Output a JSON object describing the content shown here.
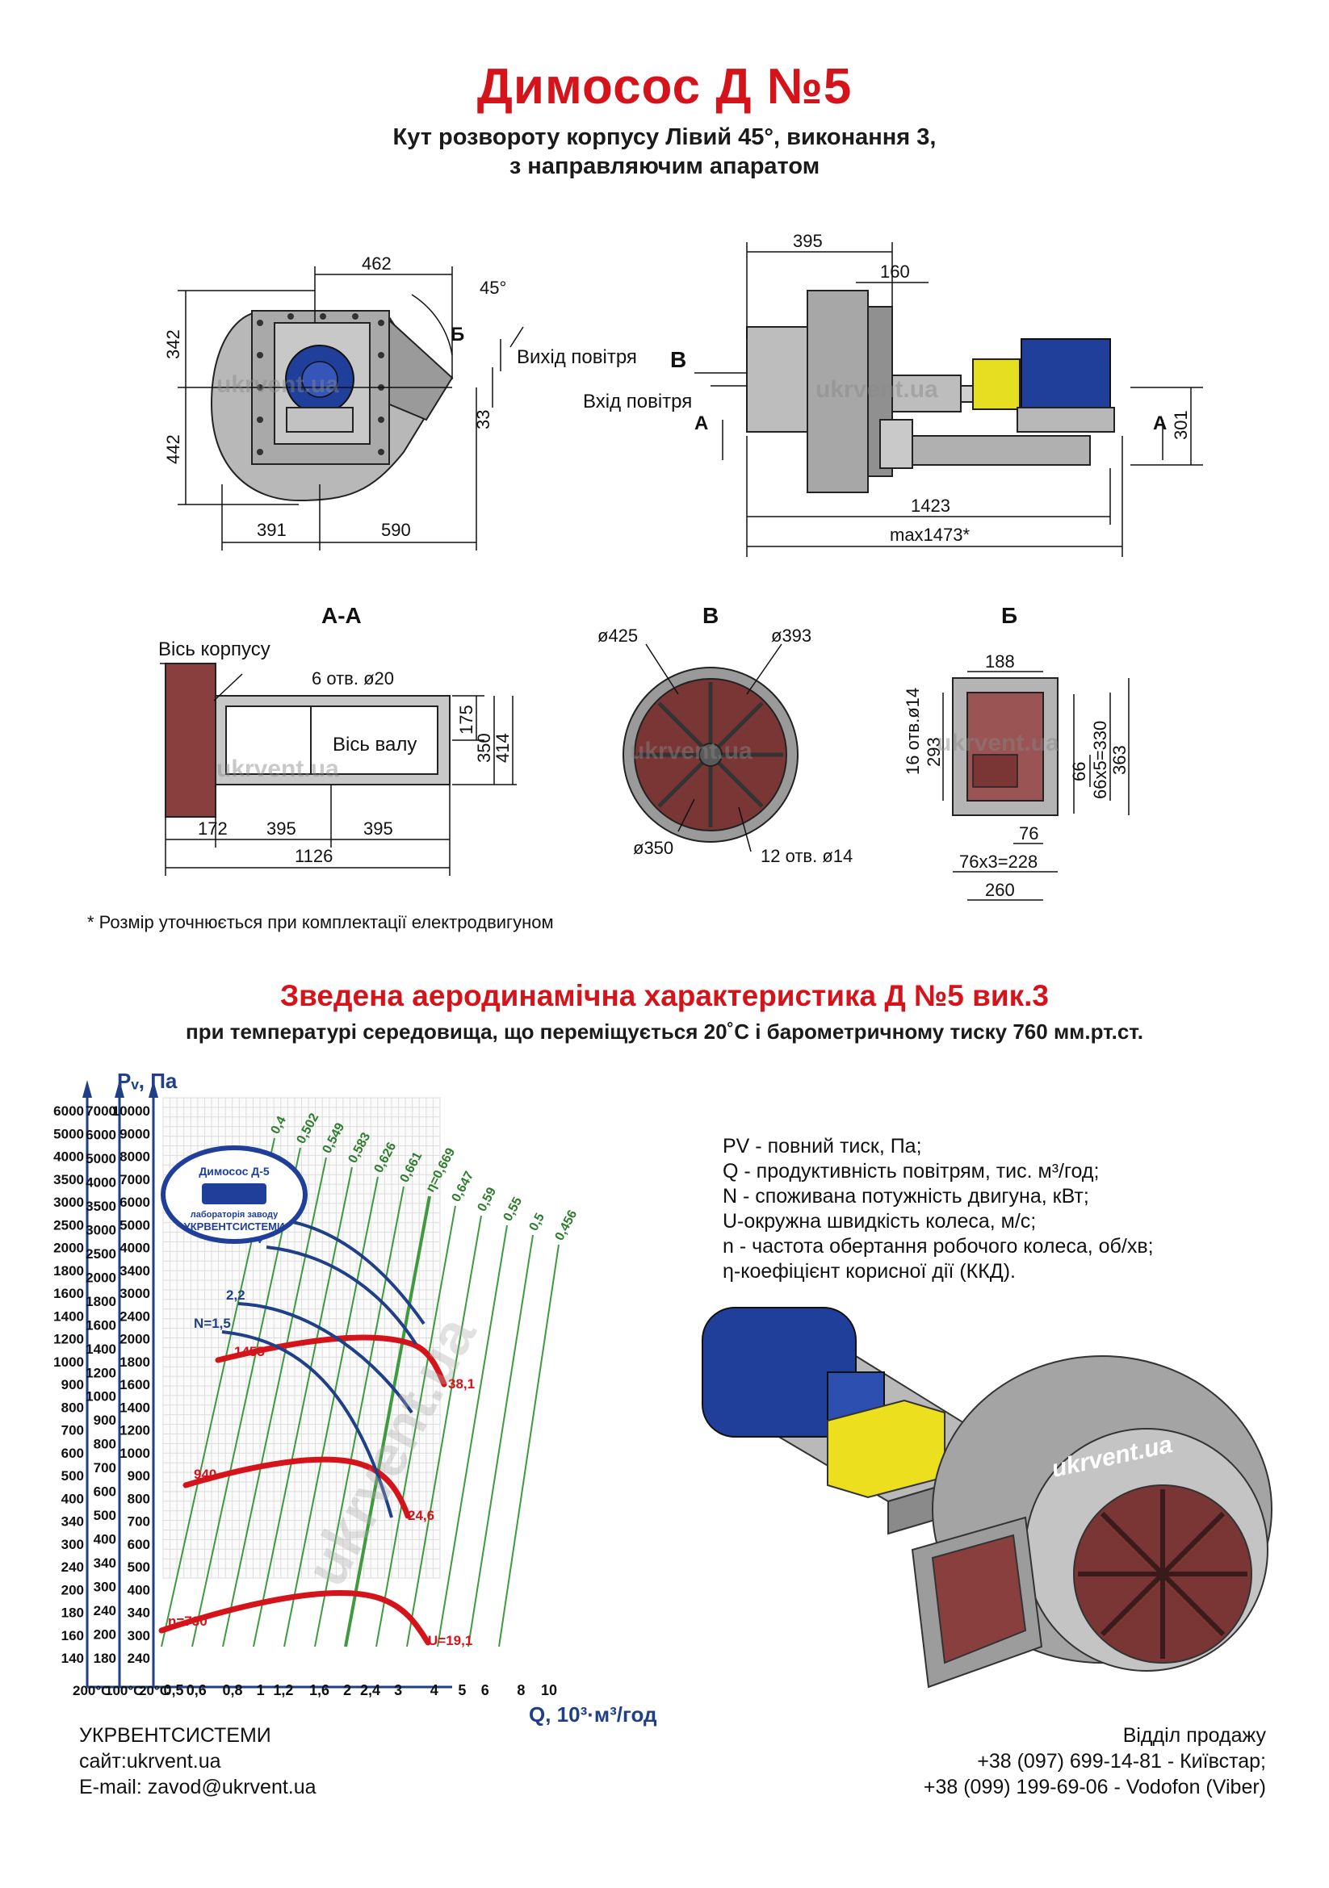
{
  "header": {
    "title": "Димосос  Д №5",
    "subtitle1": "Кут розвороту корпусу Лівий 45°, виконання 3,",
    "subtitle2": "з направляючим апаратом"
  },
  "drawing_front": {
    "dim_462": "462",
    "angle": "45°",
    "label_b": "Б",
    "outlet": "Вихід повітря",
    "dim_342": "342",
    "dim_442": "442",
    "dim_33": "33",
    "dim_391": "391",
    "dim_590": "590",
    "watermark": "ukrvent.ua"
  },
  "drawing_side": {
    "dim_395": "395",
    "dim_160": "160",
    "label_v": "В",
    "inlet": "Вхід повітря",
    "label_a": "А",
    "dim_301": "301",
    "dim_1423": "1423",
    "dim_max": "max1473*",
    "watermark": "ukrvent.ua"
  },
  "section_aa": {
    "title": "А-А",
    "axis_body": "Вісь корпусу",
    "holes": "6 отв. ø20",
    "axis_shaft": "Вісь валу",
    "dim_175": "175",
    "dim_350": "350",
    "dim_414": "414",
    "dim_172": "172",
    "dim_395a": "395",
    "dim_395b": "395",
    "dim_1126": "1126",
    "watermark": "ukrvent.ua"
  },
  "section_v": {
    "title": "В",
    "d425": "ø425",
    "d393": "ø393",
    "d350": "ø350",
    "holes": "12 отв. ø14",
    "watermark": "ukrvent.ua"
  },
  "section_b": {
    "title": "Б",
    "dim_188": "188",
    "holes": "16 отв.ø14",
    "dim_293": "293",
    "dim_66": "66",
    "dim_66x5": "66x5=330",
    "dim_363": "363",
    "dim_76": "76",
    "dim_76x3": "76x3=228",
    "dim_260": "260",
    "watermark": "ukrvent.ua"
  },
  "note": "* Розмір уточнюється при комплектації електродвигуном",
  "section2": {
    "title": "Зведена аеродинамічна характеристика Д №5 вик.3",
    "subtitle": "при температурі середовища, що переміщується 20˚С і барометричному тиску 760 мм.рт.ст."
  },
  "legend": [
    "PV - повний тиск, Па;",
    "Q - продуктивність повітрям, тис. м³/год;",
    "N - споживана потужність двигуна, кВт;",
    "U-окружна швидкість колеса, м/с;",
    "n - частота обертання робочого колеса, об/хв;",
    "η-коефіцієнт корисної дії (ККД)."
  ],
  "chart_data": {
    "type": "line",
    "ylabel": "Pᵥ, Па",
    "xlabel": "Q, 10³·м³/год",
    "x_ticks": [
      "0,5",
      "0,6",
      "0,8",
      "1",
      "1,2",
      "1,6",
      "2",
      "2,4",
      "3",
      "4",
      "5",
      "6",
      "8",
      "10"
    ],
    "y_ticks_200C": [
      "6000",
      "5000",
      "4000",
      "3500",
      "3000",
      "2500",
      "2000",
      "1800",
      "1600",
      "1400",
      "1200",
      "1000",
      "900",
      "800",
      "700",
      "600",
      "500",
      "400",
      "340",
      "300",
      "240",
      "200",
      "180",
      "160",
      "140"
    ],
    "y_ticks_100C": [
      "7000",
      "6000",
      "5000",
      "4000",
      "3500",
      "3000",
      "2500",
      "2000",
      "1800",
      "1600",
      "1400",
      "1200",
      "1000",
      "900",
      "800",
      "700",
      "600",
      "500",
      "400",
      "340",
      "300",
      "240",
      "200",
      "180"
    ],
    "y_ticks_20C": [
      "10000",
      "9000",
      "8000",
      "7000",
      "6000",
      "5000",
      "4000",
      "3400",
      "3000",
      "2400",
      "2000",
      "1800",
      "1600",
      "1400",
      "1200",
      "1000",
      "900",
      "800",
      "700",
      "600",
      "500",
      "400",
      "340",
      "300",
      "240"
    ],
    "temp_labels": [
      "200°C",
      "100°C",
      "20°C"
    ],
    "series": [
      {
        "name": "n=730",
        "end_label": "U=19,1",
        "color": "#d4141a"
      },
      {
        "name": "940",
        "end_label": "24,6",
        "color": "#d4141a"
      },
      {
        "name": "1455",
        "end_label": "38,1",
        "color": "#d4141a"
      },
      {
        "name": "N=1,5",
        "color": "#1f3f86"
      },
      {
        "name": "2,2",
        "color": "#1f3f86"
      },
      {
        "name": "4",
        "color": "#1f3f86"
      },
      {
        "name": "5,5",
        "color": "#1f3f86"
      }
    ],
    "efficiency_labels": [
      "0,4",
      "0,502",
      "0,549",
      "0,583",
      "0,626",
      "0,661",
      "η=0,669",
      "0,647",
      "0,59",
      "0,55",
      "0,5",
      "0,456"
    ],
    "badge": {
      "line1": "Димосос Д-5",
      "line2": "лабораторія заводу",
      "line3": "УКРВЕНТСИСТЕМИ"
    },
    "watermark": "ukrvent.ua"
  },
  "render_watermark": "ukrvent.ua",
  "footer": {
    "company": "УКРВЕНТСИСТЕМИ",
    "site": "сайт:ukrvent.ua",
    "email": "E-mail: zavod@ukrvent.ua",
    "sales": "Відділ продажу",
    "phone1": "+38 (097) 699-14-81 - Київстар;",
    "phone2": "+38 (099) 199-69-06 - Vodofon (Viber)"
  }
}
